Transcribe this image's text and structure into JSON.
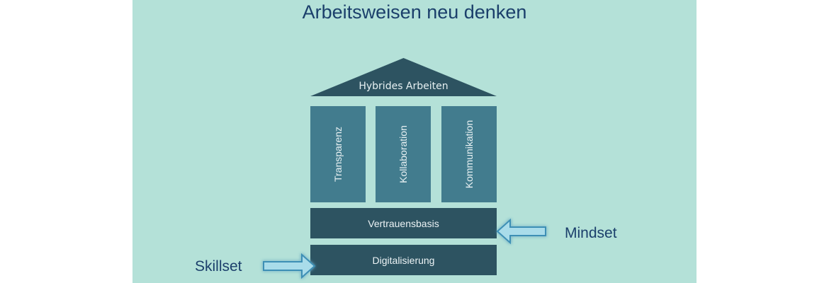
{
  "title": "Arbeitsweisen neu denken",
  "roof": {
    "label": "Hybrides Arbeiten"
  },
  "pillars": [
    {
      "label": "Transparenz"
    },
    {
      "label": "Kollaboration"
    },
    {
      "label": "Kommunikation"
    }
  ],
  "foundations": [
    {
      "label": "Vertrauensbasis"
    },
    {
      "label": "Digitalisierung"
    }
  ],
  "side_labels": {
    "mindset": "Mindset",
    "skillset": "Skillset"
  },
  "colors": {
    "background": "#b4e1d8",
    "roof": "#2d5361",
    "pillar": "#427c8e",
    "foundation": "#2d5361",
    "title": "#1b3f6b",
    "arrow": "#5fb6dc"
  }
}
